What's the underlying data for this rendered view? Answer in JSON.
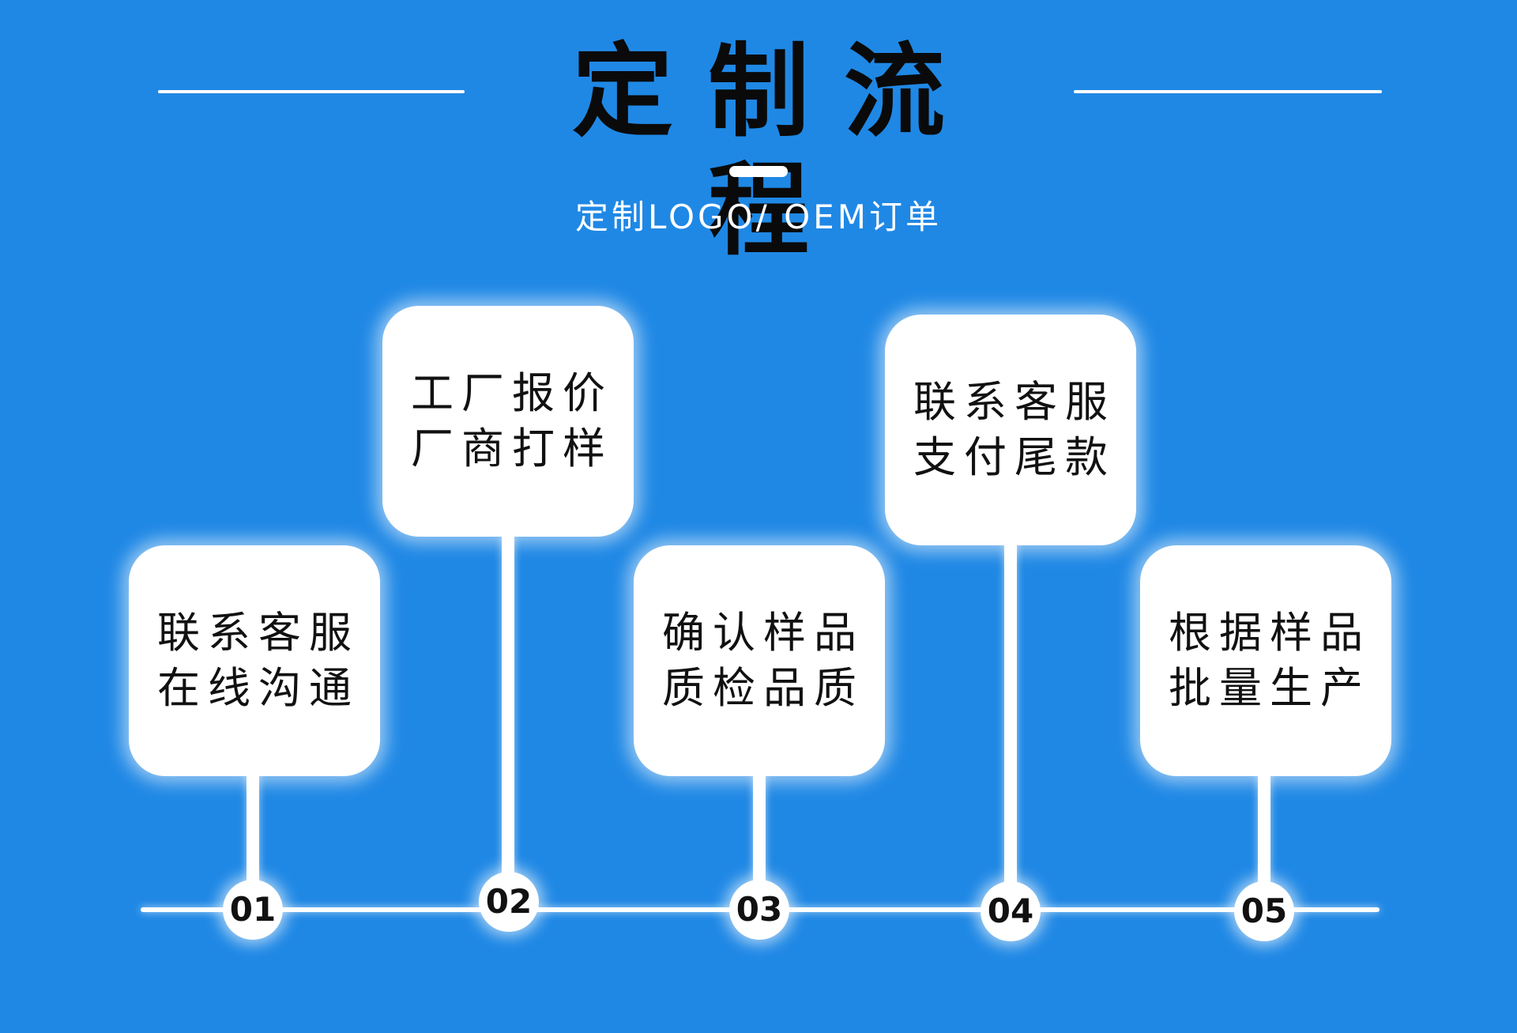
{
  "header": {
    "title": "定制流程",
    "subtitle": "定制LOGO/ OEM订单"
  },
  "steps": [
    {
      "number": "01",
      "line1": "联系客服",
      "line2": "在线沟通"
    },
    {
      "number": "02",
      "line1": "工厂报价",
      "line2": "厂商打样"
    },
    {
      "number": "03",
      "line1": "确认样品",
      "line2": "质检品质"
    },
    {
      "number": "04",
      "line1": "联系客服",
      "line2": "支付尾款"
    },
    {
      "number": "05",
      "line1": "根据样品",
      "line2": "批量生产"
    }
  ],
  "colors": {
    "background": "#1f88e5",
    "card": "#ffffff",
    "text": "#111111"
  }
}
